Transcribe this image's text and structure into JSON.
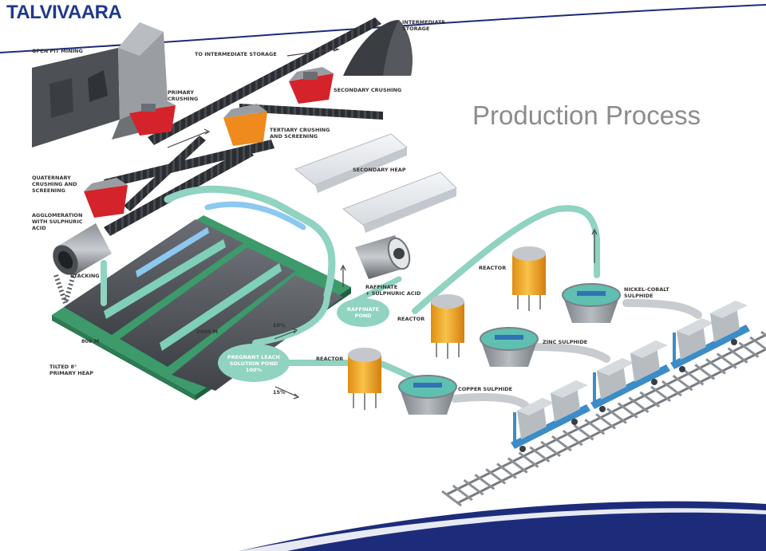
{
  "header": {
    "logo_text": "TALVIVAARA",
    "title": "Production Process",
    "brand_color": "#1f3a8a",
    "title_color": "#8c8c8c"
  },
  "labels": {
    "open_pit_mining": "OPEN PIT MINING",
    "primary_crushing": [
      "PRIMARY",
      "CRUSHING"
    ],
    "to_intermediate_storage": "TO INTERMEDIATE STORAGE",
    "intermediate_storage": [
      "INTERMEDIATE",
      "STORAGE"
    ],
    "secondary_crushing": "SECONDARY CRUSHING",
    "tertiary_crushing": [
      "TERTIARY CRUSHING",
      "AND SCREENING"
    ],
    "quaternary_crushing": [
      "QUATERNARY",
      "CRUSHING AND",
      "SCREENING"
    ],
    "agglomeration": [
      "AGGLOMERATION",
      "WITH SULPHURIC",
      "ACID"
    ],
    "secondary_heap": "SECONDARY HEAP",
    "stacking": "STACKING",
    "raffinate_acid": [
      "RAFFINATE",
      "+ SULPHURIC ACID"
    ],
    "raffinate_pond": [
      "RAFFINATE",
      "POND"
    ],
    "reactor_1": "REACTOR",
    "reactor_2": "REACTOR",
    "reactor_3": "REACTOR",
    "nickel_cobalt": [
      "NICKEL-COBALT",
      "SULPHIDE"
    ],
    "zinc_sulphide": "ZINC SULPHIDE",
    "copper_sulphide": "COPPER SULPHIDE",
    "pregnant_pond": [
      "PREGNANT LEACH",
      "SOLUTION POND",
      "100%"
    ],
    "pct_10": "10%",
    "pct_15": "15%",
    "dim_800": "800 M",
    "dim_2400": "2400 M",
    "tilted_heap": [
      "TILTED 8°",
      "PRIMARY HEAP"
    ]
  },
  "colors": {
    "heap": "#4f5358",
    "heap_top": "#6d7177",
    "pipe": "#8fd3c0",
    "pipe_blue": "#8cc8ef",
    "reactor": "#f2a81d",
    "tank": "#9aa0a6",
    "tank_liquid": "#5fbfb0",
    "crusher_red": "#d4232a",
    "crusher_orange": "#ee8a1e",
    "conveyor": "#2a2d31",
    "railcar_frame": "#3c8cc7",
    "railcar_body": "#b7bcc1",
    "track": "#777b80",
    "swoosh_navy": "#1d2c7a"
  }
}
